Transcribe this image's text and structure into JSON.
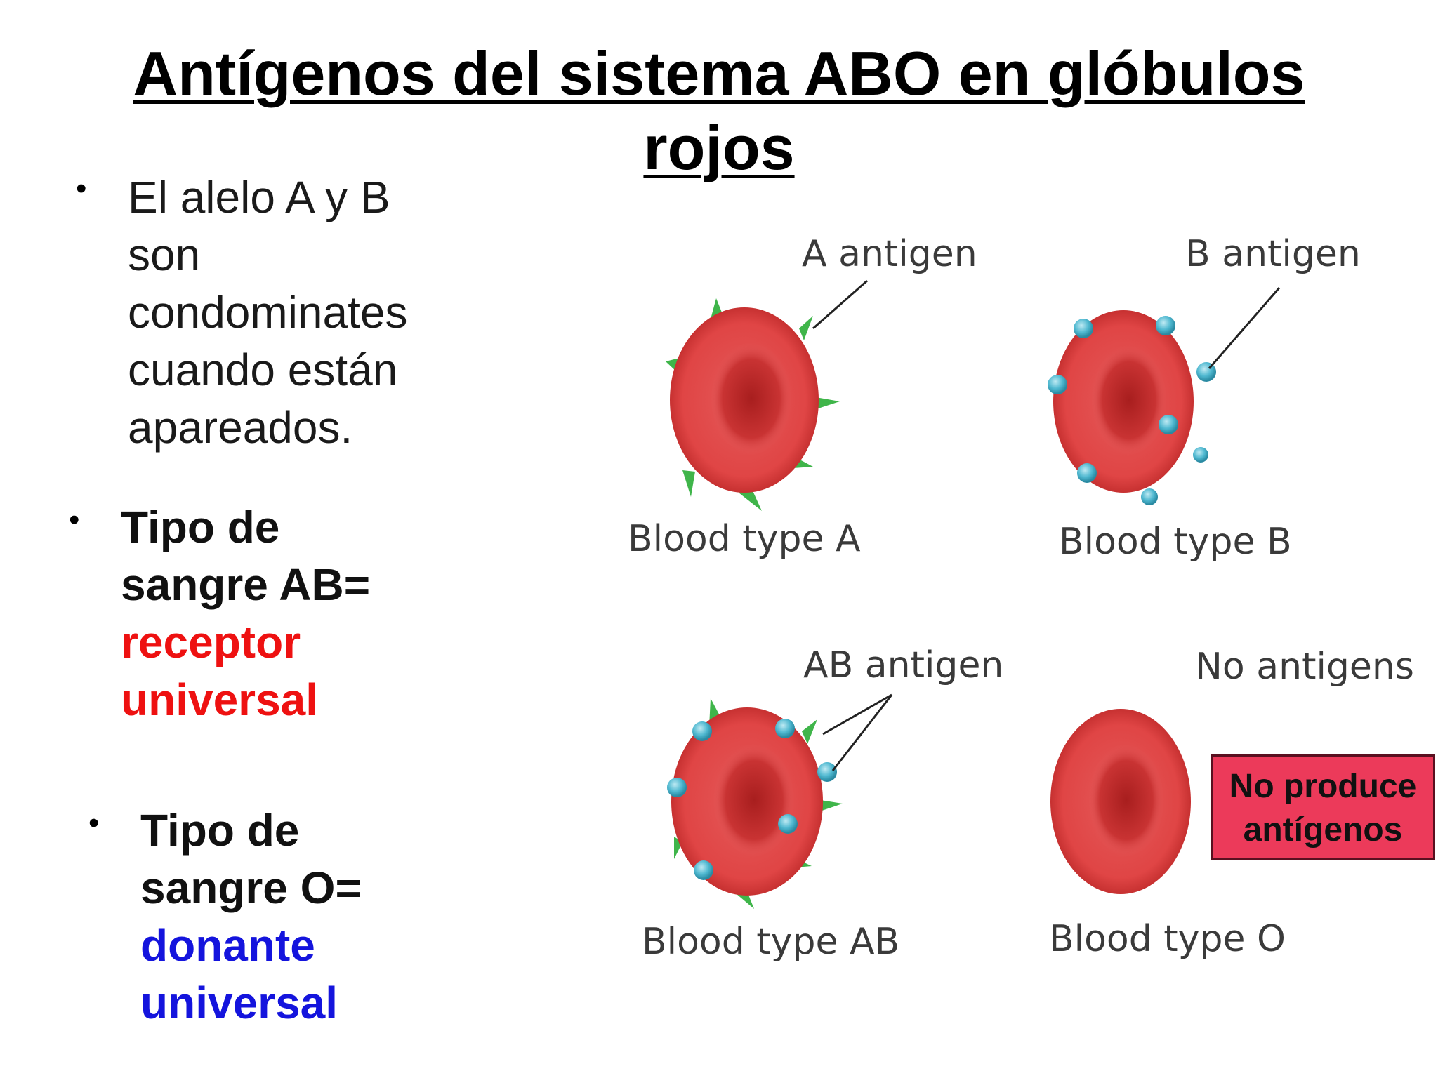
{
  "title": {
    "line1": "Antígenos del sistema ABO en glóbulos",
    "line2": "rojos"
  },
  "bullets": {
    "bullet_char": "•",
    "alleles": {
      "line1": "El alelo A y B",
      "line2": "son",
      "line3": "condominates",
      "line4": "cuando están",
      "line5": "apareados."
    },
    "ab": {
      "line1": "Tipo de",
      "line2": "sangre AB=",
      "highlight1": "receptor",
      "highlight2": "universal"
    },
    "o": {
      "line1": "Tipo de",
      "line2": "sangre O=",
      "highlight1": "donante",
      "highlight2": "universal"
    }
  },
  "diagram": {
    "labels": {
      "a_antigen": "A antigen",
      "b_antigen": "B antigen",
      "ab_antigen": "AB antigen",
      "no_antigens": "No antigens",
      "type_a": "Blood type A",
      "type_b": "Blood type B",
      "type_ab": "Blood type AB",
      "type_o": "Blood type O"
    },
    "note": {
      "line1": "No produce",
      "line2": "antígenos"
    }
  },
  "colors": {
    "cell": "#d93b3b",
    "antigen_a": "#3fb54a",
    "antigen_b": "#4fb8d0",
    "highlight_red": "#ee1111",
    "highlight_blue": "#1414dd",
    "note_bg": "#ec3a5a"
  }
}
